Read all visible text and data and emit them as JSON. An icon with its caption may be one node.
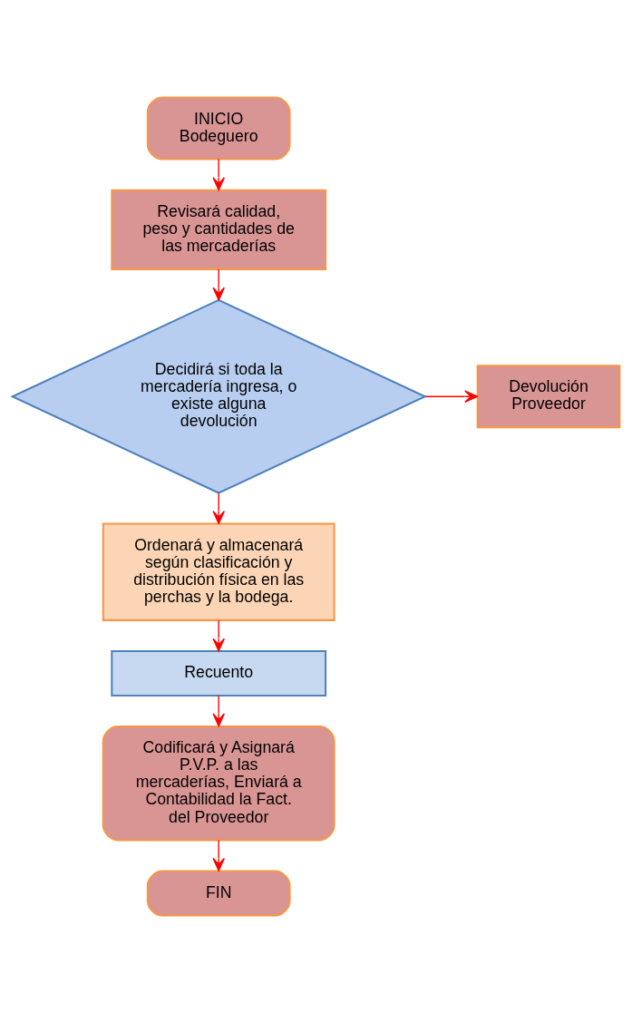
{
  "diagram": {
    "nodes": [
      {
        "text": [
          "INICIO Bodeguero"
        ]
      },
      {
        "text": [
          "Revisará calidad, peso y cantidades  de las mercaderías"
        ]
      },
      {
        "text": [
          "Decidirá si toda la mercadería ingresa, o existe alguna devolución"
        ]
      },
      {
        "text": [
          "Devolución Proveedor"
        ]
      },
      {
        "text": [
          "Ordenará y almacenará según  clasificación  y distribución física en las perchas y  la bodega."
        ]
      },
      {
        "text": [
          "Recuento"
        ]
      },
      {
        "text": [
          "Codificará y Asignará P.V.P. a las mercaderías, Enviará a Contabilidad  la Fact. del Proveedor"
        ]
      },
      {
        "text": [
          "FIN"
        ]
      }
    ],
    "edges": [
      {
        "from": 0,
        "to": 1,
        "arrow": "to"
      },
      {
        "from": 1,
        "to": 2,
        "arrow": "to"
      },
      {
        "from": 2,
        "to": 3,
        "arrow": "to"
      },
      {
        "from": 2,
        "to": 4,
        "arrow": "to"
      },
      {
        "from": 4,
        "to": 5,
        "arrow": "to"
      },
      {
        "from": 5,
        "to": 6,
        "arrow": "to"
      },
      {
        "from": 6,
        "to": 7,
        "arrow": "to"
      }
    ]
  }
}
